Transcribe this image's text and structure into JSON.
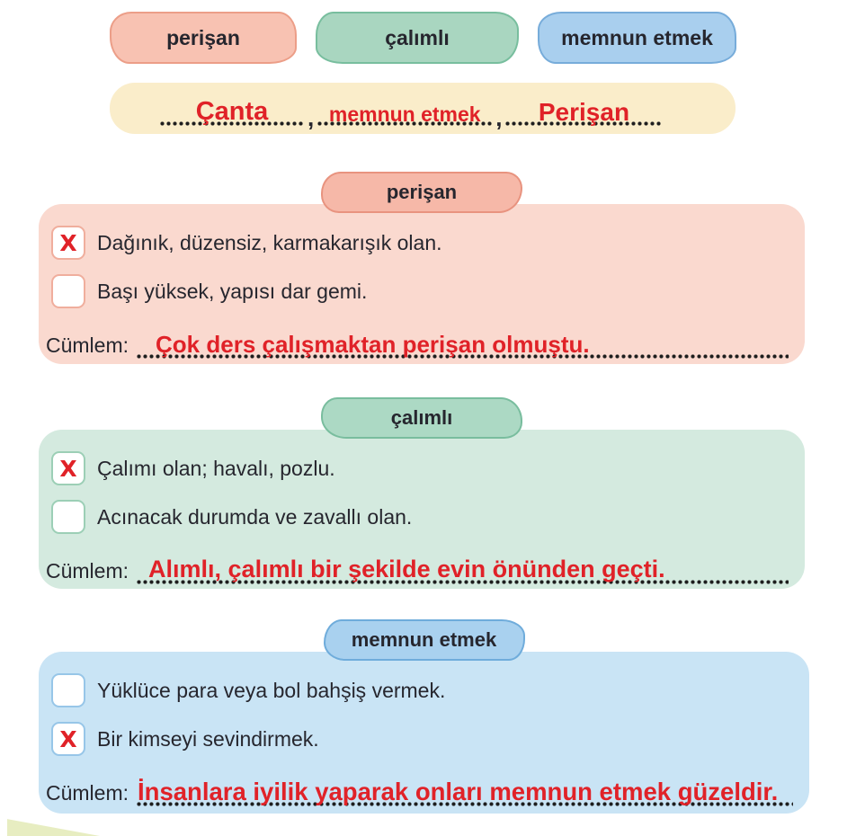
{
  "colors": {
    "answer_red": "#E02228",
    "text_dark": "#26262E",
    "chip_pink": "#F8C2B2",
    "chip_green": "#A9D6C0",
    "chip_blue": "#A9CFEE",
    "panel_pink": "#FAD9CF",
    "panel_green": "#D4EADF",
    "panel_blue": "#C9E4F5",
    "strip_yellow": "#FAEDCA"
  },
  "word_chips": [
    {
      "label": "perişan"
    },
    {
      "label": "çalımlı"
    },
    {
      "label": "memnun etmek"
    }
  ],
  "answer_strip": {
    "separator": ",",
    "blanks": [
      {
        "answer": "Çanta"
      },
      {
        "answer": "memnun etmek"
      },
      {
        "answer": "Perişan"
      }
    ]
  },
  "sections": [
    {
      "title": "perişan",
      "options": [
        {
          "mark": "X",
          "text": "Dağınık, düzensiz, karmakarışık olan."
        },
        {
          "mark": "",
          "text": "Başı yüksek, yapısı dar gemi."
        }
      ],
      "sentence_label": "Cümlem:",
      "sentence_answer": "Çok ders çalışmaktan perişan olmuştu."
    },
    {
      "title": "çalımlı",
      "options": [
        {
          "mark": "X",
          "text": "Çalımı olan; havalı, pozlu."
        },
        {
          "mark": "",
          "text": "Acınacak durumda ve zavallı olan."
        }
      ],
      "sentence_label": "Cümlem:",
      "sentence_answer": "Alımlı, çalımlı bir şekilde evin önünden geçti."
    },
    {
      "title": "memnun etmek",
      "options": [
        {
          "mark": "",
          "text": "Yüklüce para veya bol bahşiş vermek."
        },
        {
          "mark": "X",
          "text": "Bir kimseyi sevindirmek."
        }
      ],
      "sentence_label": "Cümlem:",
      "sentence_answer": "İnsanlara iyilik yaparak onları memnun etmek güzeldir."
    }
  ]
}
